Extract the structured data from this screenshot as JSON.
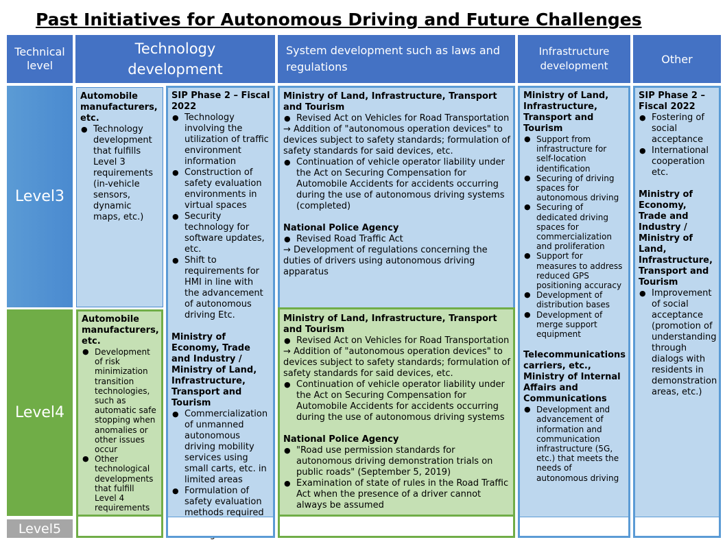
{
  "title": "Past Initiatives for Autonomous Driving and Future Challenges",
  "headers": {
    "technical_level": "Technical level",
    "technology_development": "Technology development",
    "system_development": "System development such as laws and regulations",
    "infrastructure_development": "Infrastructure development",
    "other": "Other"
  },
  "levels": {
    "level3": "Level3",
    "level4": "Level4",
    "level5": "Level5"
  },
  "tech_l3_manufacturers": {
    "heading": "Automobile manufacturers, etc.",
    "items": [
      "Technology development that fulfills Level 3 requirements (in-vehicle sensors, dynamic maps, etc.)"
    ]
  },
  "tech_l4_manufacturers": {
    "heading": "Automobile manufacturers, etc.",
    "items": [
      "Development of risk minimization transition technologies, such as automatic safe stopping when anomalies or other issues occur",
      "Other technological developments that fulfill Level 4 requirements"
    ]
  },
  "tech_sip": {
    "heading1": "SIP Phase 2 – Fiscal 2022",
    "items1": [
      "Technology involving the utilization of traffic environment information",
      "Construction of safety evaluation environments in virtual spaces",
      "Security technology for software updates, etc.",
      "Shift to requirements for HMI in line with the advancement of autonomous driving Etc."
    ],
    "heading2": "Ministry of Economy, Trade and Industry / Ministry of Land, Infrastructure, Transport and Tourism",
    "items2": [
      "Commercialization of unmanned autonomous driving mobility services using small carts, etc. in limited areas",
      "Formulation of safety evaluation methods required for autonomous driving vehicles"
    ]
  },
  "system_l3": {
    "heading1": "Ministry of Land, Infrastructure, Transport and Tourism",
    "item1": "Revised Act on Vehicles for Road Transportation",
    "note1": "→ Addition of \"autonomous operation devices\" to devices subject to safety standards; formulation of safety standards for said devices, etc.",
    "item2": "Continuation of vehicle operator liability under the Act on Securing Compensation for Automobile Accidents for accidents occurring during the use of autonomous driving systems (completed)",
    "heading2": "National Police Agency",
    "item3": "Revised Road Traffic Act",
    "note2": " → Development of regulations concerning the duties of drivers using autonomous driving apparatus"
  },
  "system_l4": {
    "heading1": "Ministry of Land, Infrastructure, Transport and Tourism",
    "item1": "Revised Act on Vehicles for Road Transportation",
    "note1": " → Addition of \"autonomous operation devices\" to devices subject to safety standards; formulation of safety standards for said devices, etc.",
    "item2": "Continuation of vehicle operator liability under the Act on Securing Compensation for Automobile Accidents for accidents occurring during the use of autonomous driving systems",
    "heading2": "National Police Agency",
    "item3": "\"Road use permission standards for autonomous driving demonstration trials on public roads\" (September 5, 2019)",
    "item4": "Examination of state of rules in the Road Traffic Act when the presence of a driver cannot always be assumed"
  },
  "infrastructure": {
    "heading1": "Ministry of Land, Infrastructure, Transport and Tourism",
    "items1": [
      "Support from infrastructure for self-location identification",
      "Securing of driving spaces for autonomous driving",
      "Securing of dedicated driving spaces for commercialization and proliferation",
      "Support for measures to address reduced GPS positioning accuracy",
      "Development of distribution bases",
      "Development of merge support equipment"
    ],
    "heading2": "Telecommunications carriers, etc., Ministry of Internal Affairs and Communications",
    "items2": [
      "Development and advancement of information and communication infrastructure (5G, etc.) that meets the needs of autonomous driving"
    ]
  },
  "other": {
    "heading1": "SIP Phase 2 – Fiscal 2022",
    "items1": [
      "Fostering of social acceptance",
      "International cooperation etc."
    ],
    "heading2": "Ministry of Economy, Trade and Industry / Ministry of Land, Infrastructure, Transport and Tourism",
    "items2": [
      "Improvement of social acceptance (promotion of understanding through dialogs with residents in demonstration areas, etc.)"
    ]
  },
  "colors": {
    "header_blue": "#4472c4",
    "level3_blue": "#5b9bd5",
    "level4_green": "#70ad47",
    "level5_gray": "#a6a6a6",
    "cell_blue": "#bdd7ee",
    "cell_green": "#c5e0b4"
  }
}
